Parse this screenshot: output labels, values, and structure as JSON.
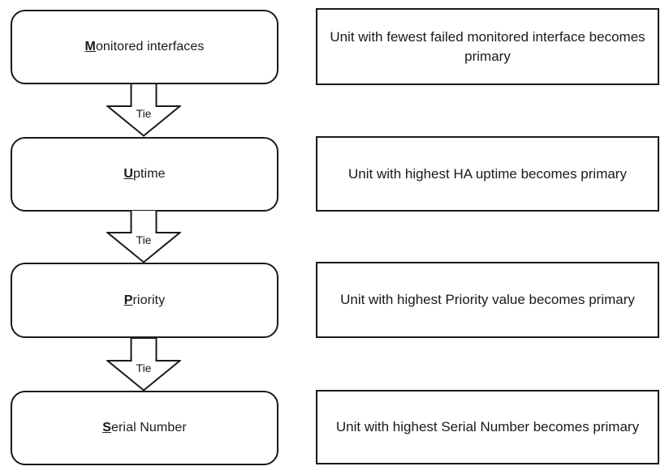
{
  "diagram": {
    "title_semantic": "HA primary unit election order",
    "tie_label": "Tie",
    "rows": [
      {
        "key": "M",
        "label_rest": "onitored interfaces",
        "description": "Unit with fewest failed monitored interface becomes primary"
      },
      {
        "key": "U",
        "label_rest": "ptime",
        "description": "Unit with highest HA uptime becomes primary"
      },
      {
        "key": "P",
        "label_rest": "riority",
        "description": "Unit with highest Priority value becomes primary"
      },
      {
        "key": "S",
        "label_rest": "erial Number",
        "description": "Unit with highest Serial Number becomes primary"
      }
    ],
    "colors": {
      "stroke": "#1a1a1a",
      "text": "#1a1a1a",
      "background": "#ffffff"
    }
  }
}
